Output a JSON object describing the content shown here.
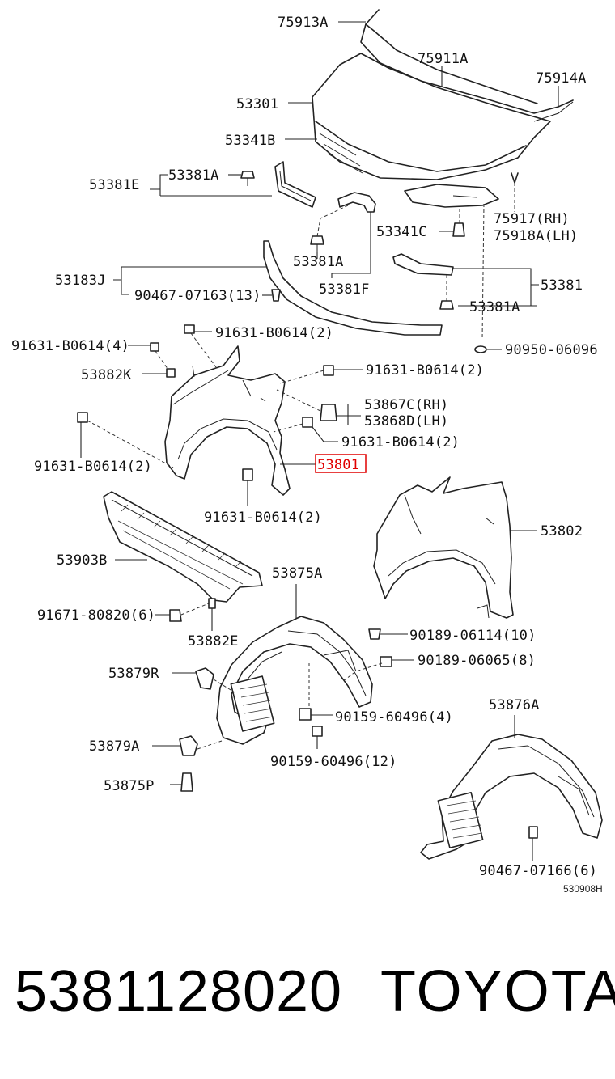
{
  "diagram": {
    "labels": {
      "l_75913A": "75913A",
      "l_75911A": "75911A",
      "l_75914A": "75914A",
      "l_53301": "53301",
      "l_53341B": "53341B",
      "l_53381E": "53381E",
      "l_53381A_1": "53381A",
      "l_75917": "75917(RH)",
      "l_75918A": "75918A(LH)",
      "l_53341C": "53341C",
      "l_53381A_2": "53381A",
      "l_53381F": "53381F",
      "l_53183J": "53183J",
      "l_90467_07163": "90467-07163(13)",
      "l_53381": "53381",
      "l_53381A_3": "53381A",
      "l_91631_a": "91631-B0614(4)",
      "l_91631_b": "91631-B0614(2)",
      "l_90950": "90950-06096",
      "l_53882K": "53882K",
      "l_91631_c": "91631-B0614(2)",
      "l_53867C": "53867C(RH)",
      "l_53868D": "53868D(LH)",
      "l_91631_d": "91631-B0614(2)",
      "l_91631_e": "91631-B0614(2)",
      "l_53801": "53801",
      "l_53802": "53802",
      "l_91631_f": "91631-B0614(2)",
      "l_53903B": "53903B",
      "l_53875A": "53875A",
      "l_91671": "91671-80820(6)",
      "l_53882E": "53882E",
      "l_90189_06114": "90189-06114(10)",
      "l_90189_06065": "90189-06065(8)",
      "l_53879R": "53879R",
      "l_90159_a": "90159-60496(4)",
      "l_53876A": "53876A",
      "l_53879A": "53879A",
      "l_90159_b": "90159-60496(12)",
      "l_53875P": "53875P",
      "l_90467_07166": "90467-07166(6)"
    },
    "highlighted_part": "53801",
    "highlight_color": "#e00000",
    "figure_code": "530908H"
  },
  "footer": {
    "part_number": "5381128020",
    "brand": "TOYOTA"
  }
}
